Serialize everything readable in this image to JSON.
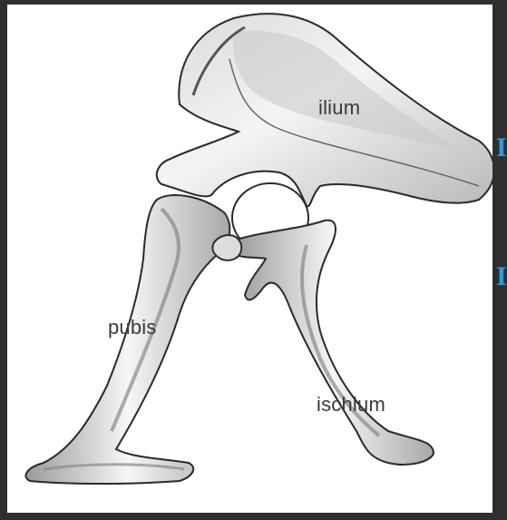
{
  "labels": {
    "ilium": "ilium",
    "pubis": "pubis",
    "ischium": "ischium"
  },
  "edge_marks": [
    "I",
    "I"
  ],
  "colors": {
    "background": "#2f2f2f",
    "canvas": "#ffffff",
    "bone_fill": "#efefef",
    "bone_shade": "#8a8a8a",
    "bone_outline": "#2a2a2a",
    "edge_mark": "#2e9be0"
  }
}
